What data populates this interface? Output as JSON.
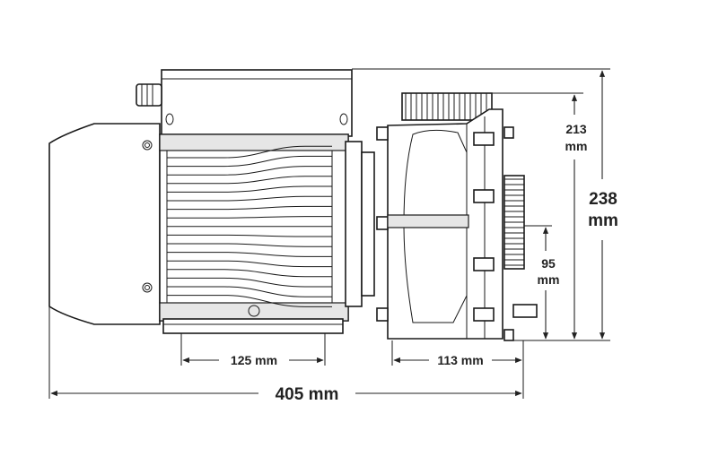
{
  "diagram": {
    "dimensions": {
      "motor_feet_span": "125 mm",
      "pump_head_span": "113 mm",
      "overall_length": "405 mm",
      "outlet_height_line1": "213",
      "outlet_height_line2": "mm",
      "overall_height_line1": "238",
      "overall_height_line2": "mm",
      "inlet_height_line1": "95",
      "inlet_height_line2": "mm"
    },
    "colors": {
      "line": "#1a1a1a",
      "shade": "#e6e6e6",
      "background": "#ffffff"
    }
  }
}
